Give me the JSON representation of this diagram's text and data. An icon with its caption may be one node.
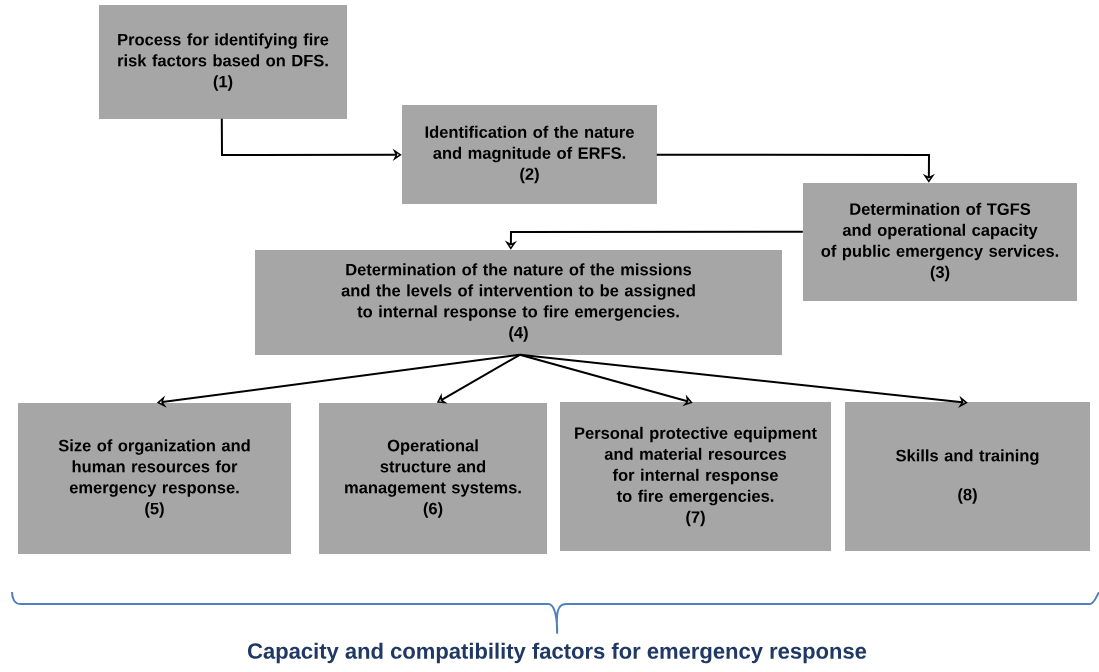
{
  "diagram": {
    "nodes": [
      {
        "text": [
          "Process for identifying fire risk factors based on DFS.",
          "(1)"
        ]
      },
      {
        "text": [
          "Identification of the nature and magnitude of ERFS.",
          "(2)"
        ]
      },
      {
        "text": [
          "Determination of TGFS and operational capacity of public emergency services.",
          "(3)"
        ]
      },
      {
        "text": [
          "Determination of the nature of the missions and the levels of intervention to be assigned to internal response to fire emergencies.",
          "(4)"
        ]
      },
      {
        "text": [
          "Size of organization and human resources for emergency response.",
          "(5)"
        ]
      },
      {
        "text": [
          "Operational structure and management systems.",
          "(6)"
        ]
      },
      {
        "text": [
          "Personal protective equipment and material resources for internal response to fire emergencies.",
          "(7)"
        ]
      },
      {
        "text": [
          "Skills and training",
          "(8)"
        ]
      }
    ],
    "edges": [
      {
        "from": 0,
        "to": 1,
        "arrow": "to"
      },
      {
        "from": 1,
        "to": 2,
        "arrow": "to"
      },
      {
        "from": 2,
        "to": 3,
        "arrow": "to"
      },
      {
        "from": 3,
        "to": 4,
        "arrow": "to"
      },
      {
        "from": 3,
        "to": 5,
        "arrow": "to"
      },
      {
        "from": 3,
        "to": 6,
        "arrow": "to"
      },
      {
        "from": 3,
        "to": 7,
        "arrow": "to"
      }
    ],
    "labels": [
      "Capacity and compatibility factors for emergency response"
    ]
  }
}
